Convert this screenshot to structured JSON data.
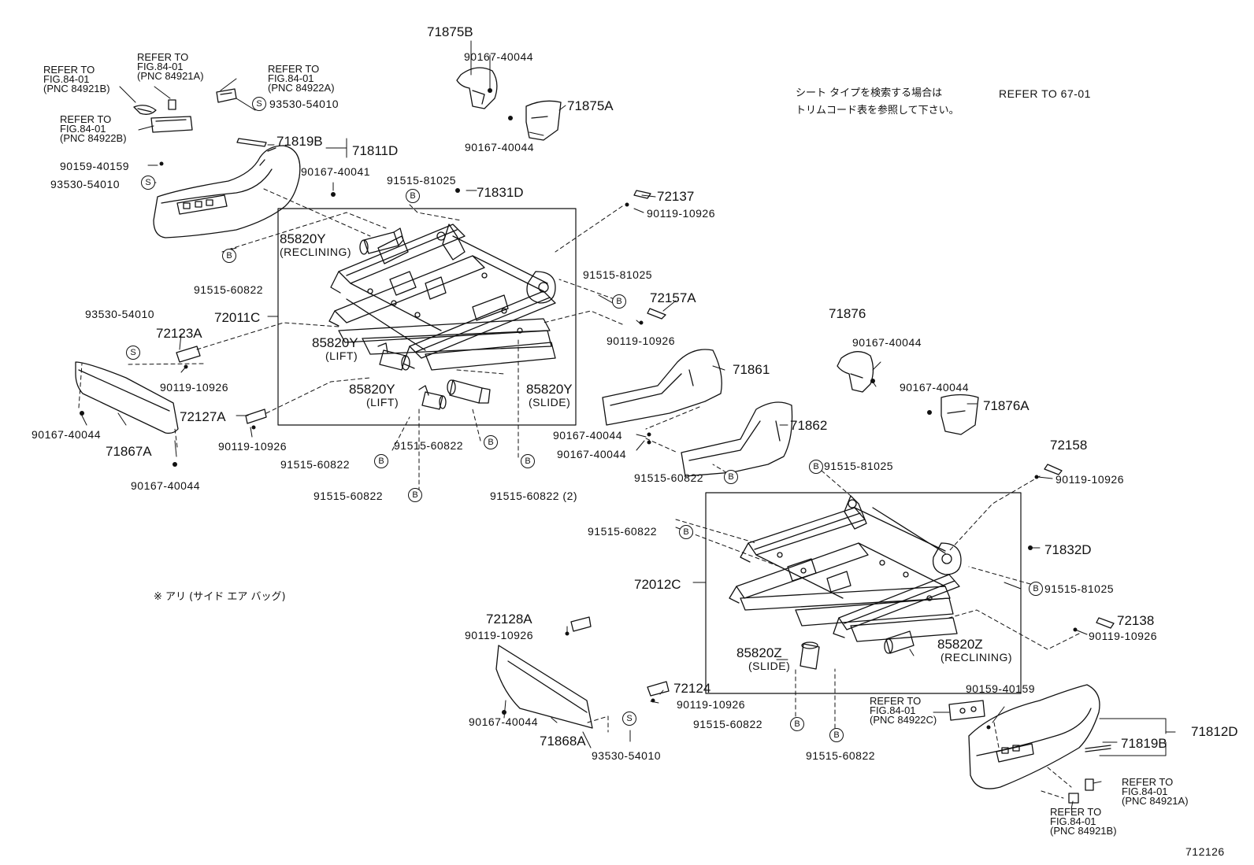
{
  "note": {
    "jp_line1": "シート タイプを検索する場合は",
    "ref_671": "REFER TO 67-01",
    "jp_line2": "トリムコード表を参照して下さい。",
    "airbag": "※ アリ (サイド エア バッグ)"
  },
  "figure_id": "712126",
  "markers": {
    "s": "S",
    "b": "B"
  },
  "refs": {
    "r1": "REFER TO\nFIG.84-01\n(PNC 84921B)",
    "r2": "REFER TO\nFIG.84-01\n(PNC 84921A)",
    "r3": "REFER TO\nFIG.84-01\n(PNC 84922A)",
    "r4": "REFER TO\nFIG.84-01\n(PNC 84922B)",
    "r5": "REFER TO\nFIG.84-01\n(PNC 84922C)",
    "r6": "REFER TO\nFIG.84-01\n(PNC 84921A)",
    "r7": "REFER TO\nFIG.84-01\n(PNC 84921B)"
  },
  "parts": {
    "p71875B": "71875B",
    "p90167_a": "90167-40044",
    "p71875A": "71875A",
    "p90167_b": "90167-40044",
    "p93530_a": "93530-54010",
    "p71819B_a": "71819B",
    "p71811D": "71811D",
    "p90159_a": "90159-40159",
    "p90167_40041": "90167-40041",
    "p93530_b": "93530-54010",
    "p91515_81025_a": "91515-81025",
    "p71831D": "71831D",
    "p72137": "72137",
    "p90119_a": "90119-10926",
    "p85820Y_rec": "85820Y",
    "t_reclining": "(RECLINING)",
    "p91515_60822_a": "91515-60822",
    "p91515_81025_b": "91515-81025",
    "p72157A": "72157A",
    "p72011C": "72011C",
    "p93530_c": "93530-54010",
    "p72123A": "72123A",
    "p85820Y_lift1": "85820Y",
    "t_lift1": "(LIFT)",
    "p90119_b": "90119-10926",
    "p71861": "71861",
    "p71876": "71876",
    "p90167_c": "90167-40044",
    "p90167_d": "90167-40044",
    "p71876A": "71876A",
    "p90119_c": "90119-10926",
    "p85820Y_lift2": "85820Y",
    "t_lift2": "(LIFT)",
    "p85820Y_slide": "85820Y",
    "t_slide1": "(SLIDE)",
    "p72127A": "72127A",
    "p90167_e": "90167-40044",
    "p71867A": "71867A",
    "p90119_d": "90119-10926",
    "p91515_60822_b": "91515-60822",
    "p91515_60822_c": "91515-60822",
    "p90167_f": "90167-40044",
    "p90167_g": "90167-40044",
    "p71862": "71862",
    "p72158": "72158",
    "p90167_h": "90167-40044",
    "p91515_60822_d": "91515-60822",
    "p91515_81025_c": "91515-81025",
    "p90119_e": "90119-10926",
    "p91515_60822_e": "91515-60822",
    "p91515_60822_f": "91515-60822 (2)",
    "p91515_60822_g": "91515-60822",
    "p71832D": "71832D",
    "p72012C": "72012C",
    "p91515_81025_d": "91515-81025",
    "p72128A": "72128A",
    "p90119_f": "90119-10926",
    "p72138": "72138",
    "p90119_g": "90119-10926",
    "p85820Z_slide": "85820Z",
    "t_slide2": "(SLIDE)",
    "p85820Z_rec": "85820Z",
    "t_reclining2": "(RECLINING)",
    "p72124": "72124",
    "p90119_h": "90119-10926",
    "p90159_b": "90159-40159",
    "p90167_i": "90167-40044",
    "p71868A": "71868A",
    "p93530_d": "93530-54010",
    "p91515_60822_h": "91515-60822",
    "p91515_60822_i": "91515-60822",
    "p71819B_b": "71819B",
    "p71812D": "71812D"
  }
}
